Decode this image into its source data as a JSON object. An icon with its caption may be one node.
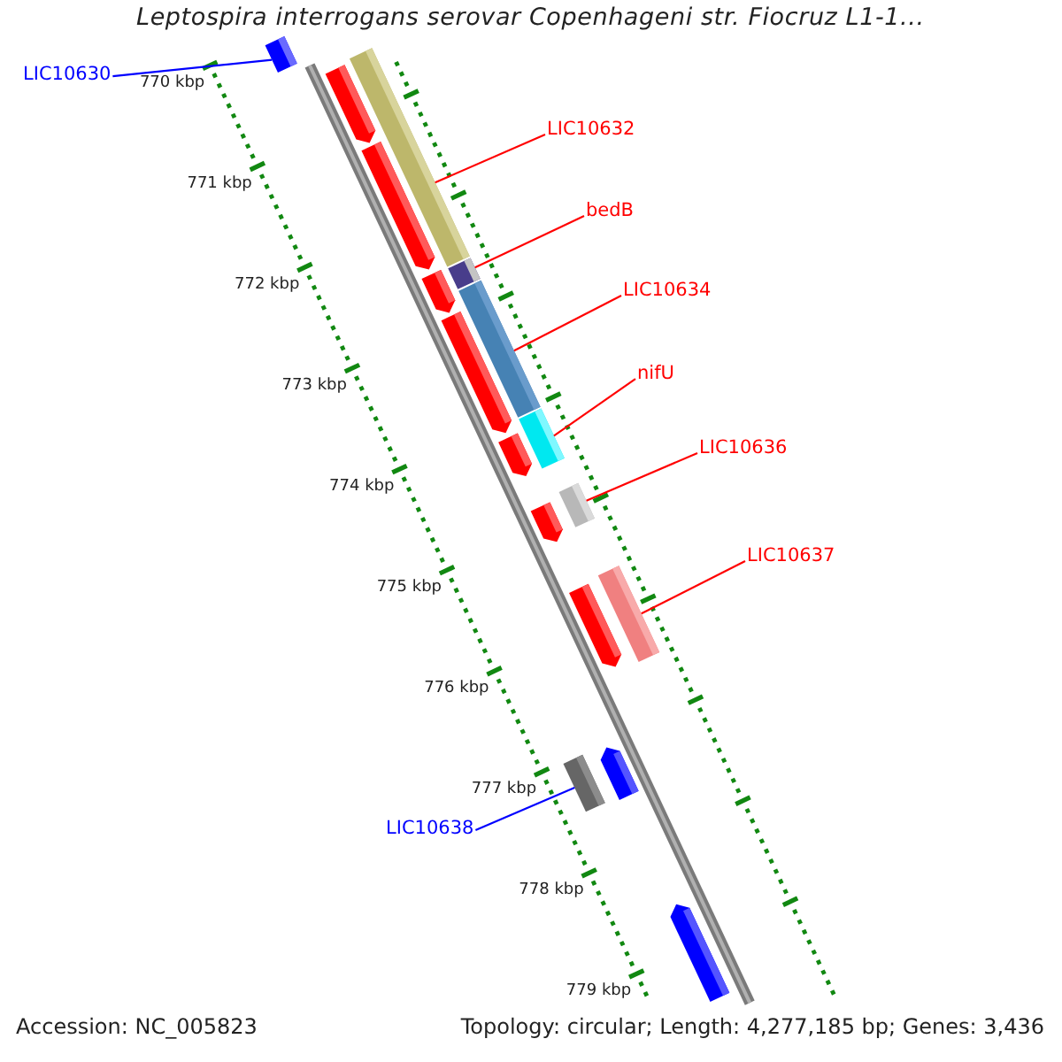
{
  "diagram": {
    "title": "Leptospira interrogans serovar Copenhageni str. Fiocruz L1-1...",
    "nodes": [
      {
        "text": [
          "LIC10630"
        ]
      },
      {
        "text": [],
        "shape": "bar"
      },
      {
        "text": [
          "LIC10632"
        ]
      },
      {
        "text": [],
        "shape": "bar"
      },
      {
        "text": [
          "bedB"
        ]
      },
      {
        "text": [],
        "shape": "bar"
      },
      {
        "text": [
          "LIC10634"
        ]
      },
      {
        "text": [],
        "shape": "bar"
      },
      {
        "text": [
          "nifU"
        ]
      },
      {
        "text": [],
        "shape": "bar"
      },
      {
        "text": [
          "LIC10636"
        ]
      },
      {
        "text": [],
        "shape": "bar"
      },
      {
        "text": [
          "LIC10637"
        ]
      },
      {
        "text": [],
        "shape": "bar"
      },
      {
        "text": [
          "LIC10638"
        ]
      },
      {
        "text": [],
        "shape": "bar"
      }
    ],
    "edges": [
      {
        "from": 0,
        "to": 1,
        "arrow": "none",
        "color": "#0000ff"
      },
      {
        "from": 2,
        "to": 3,
        "arrow": "none"
      },
      {
        "from": 4,
        "to": 5,
        "arrow": "none"
      },
      {
        "from": 6,
        "to": 7,
        "arrow": "none"
      },
      {
        "from": 8,
        "to": 9,
        "arrow": "none"
      },
      {
        "from": 10,
        "to": 11,
        "arrow": "none"
      },
      {
        "from": 12,
        "to": 13,
        "arrow": "none"
      },
      {
        "from": 14,
        "to": 15,
        "arrow": "none",
        "color": "#0000ff"
      }
    ],
    "labels": [
      "770 kbp",
      "771 kbp",
      "772 kbp",
      "773 kbp",
      "774 kbp",
      "775 kbp",
      "776 kbp",
      "777 kbp",
      "778 kbp",
      "779 kbp",
      "Accession: NC_005823",
      "Topology: circular; Length: 4,277,185 bp; Genes: 3,436"
    ]
  }
}
